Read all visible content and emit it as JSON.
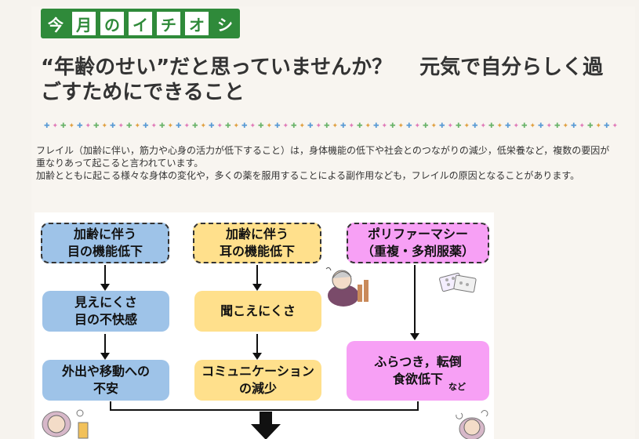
{
  "badge": {
    "chars": [
      "今",
      "月",
      "の",
      "イ",
      "チ",
      "オ",
      "シ"
    ]
  },
  "title": "“年齢のせい”だと思っていませんか？　 元気で自分らしく過ごすためにできること",
  "paragraphs": [
    "フレイル（加齢に伴い，筋力や心身の活力が低下すること）は，身体機能の低下や社会とのつながりの減少，低栄養など，複数の要因が重なりあって起こると言われています。",
    "加齢とともに起こる様々な身体の変化や，多くの薬を服用することによる副作用なども，フレイルの原因となることがあります。"
  ],
  "diagram": {
    "col1": {
      "top": [
        "加齢に伴う",
        "目の機能低下"
      ],
      "mid": [
        "見えにくさ",
        "目の不快感"
      ],
      "bottom": [
        "外出や移動への",
        "不安"
      ]
    },
    "col2": {
      "top": [
        "加齢に伴う",
        "耳の機能低下"
      ],
      "mid": [
        "聞こえにくさ"
      ],
      "bottom": [
        "コミュニケーション",
        "の減少"
      ]
    },
    "col3": {
      "top": [
        "ポリファーマシー",
        "（重複・多剤服薬）"
      ],
      "bottom": [
        "ふらつき，転倒",
        "食欲低下"
      ],
      "note": "など"
    },
    "colors": {
      "blue": "#9ec3e8",
      "yellow": "#ffe08c",
      "pink": "#f7a0f5",
      "badge_green": "#2f8a3a"
    },
    "illustrations": [
      "elderly-woman-hearing-icon",
      "pills-icon",
      "elderly-woman-eyes-icon",
      "elderly-woman-dizzy-icon"
    ]
  }
}
